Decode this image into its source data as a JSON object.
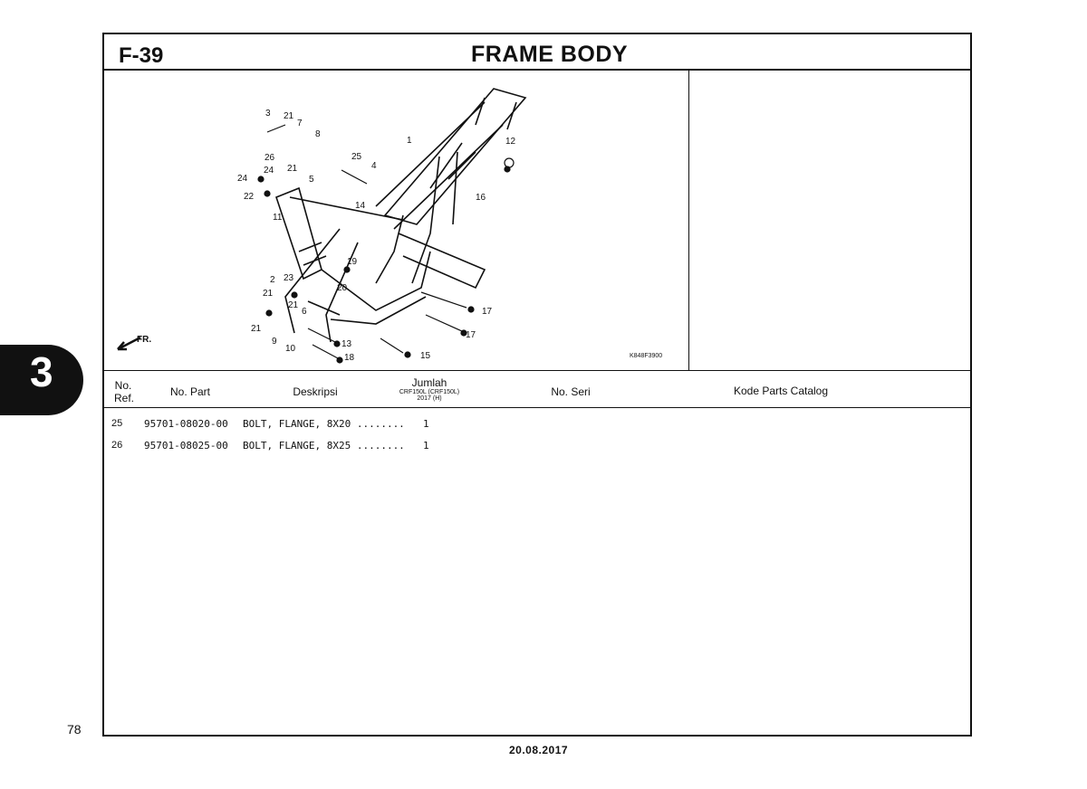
{
  "header": {
    "code": "F-39",
    "title": "FRAME BODY"
  },
  "section_tab": "3",
  "illustration": {
    "code": "K848F3900",
    "direction_label": "FR.",
    "callouts": [
      "3",
      "21",
      "7",
      "8",
      "1",
      "12",
      "26",
      "25",
      "4",
      "24",
      "21",
      "5",
      "16",
      "24",
      "22",
      "14",
      "11",
      "19",
      "2",
      "23",
      "20",
      "21",
      "21",
      "6",
      "17",
      "17",
      "21",
      "9",
      "13",
      "10",
      "18",
      "15"
    ]
  },
  "table": {
    "headers": {
      "no_ref_1": "No.",
      "no_ref_2": "Ref.",
      "no_part": "No. Part",
      "deskripsi": "Deskripsi",
      "jumlah": "Jumlah",
      "jumlah_model": "CRF150L (CRF150L)",
      "jumlah_year": "2017 (H)",
      "no_seri": "No. Seri",
      "kode": "Kode Parts Catalog"
    },
    "rows": [
      {
        "ref": "25",
        "part": "95701-08020-00",
        "desc": "BOLT, FLANGE, 8X20 ........",
        "qty": "1"
      },
      {
        "ref": "26",
        "part": "95701-08025-00",
        "desc": "BOLT, FLANGE, 8X25 ........",
        "qty": "1"
      }
    ]
  },
  "footer": {
    "page_number": "78",
    "date": "20.08.2017"
  }
}
